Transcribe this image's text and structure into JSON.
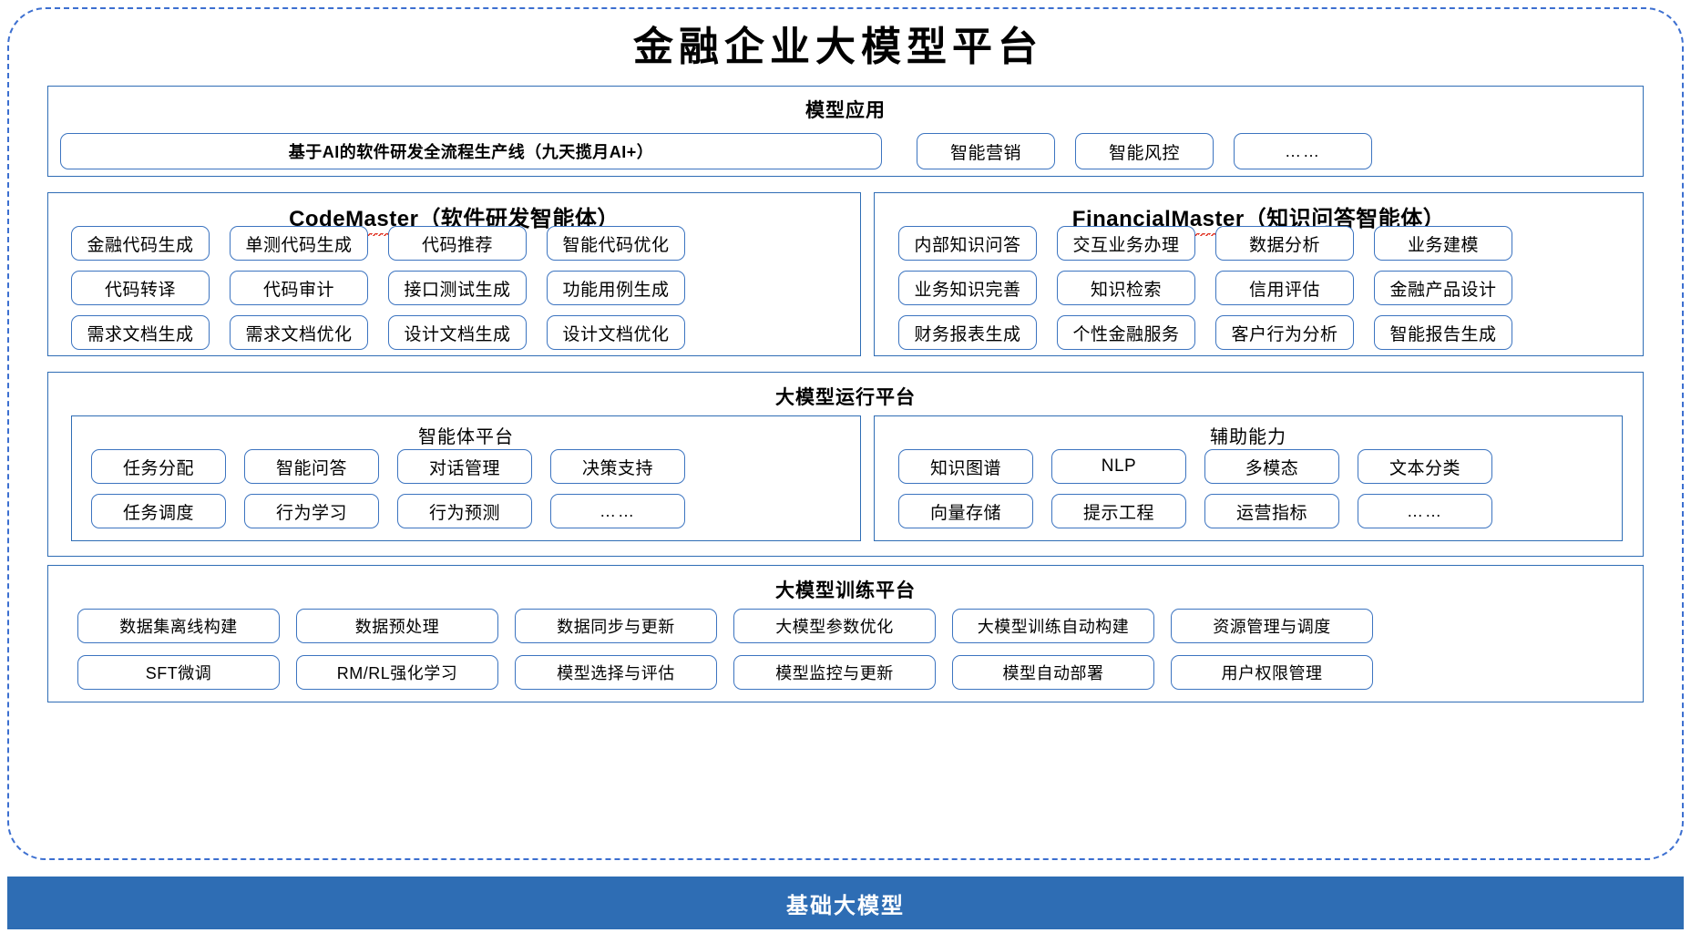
{
  "page": {
    "title": "金融企业大模型平台"
  },
  "model_application": {
    "title": "模型应用",
    "items": [
      {
        "label": "基于AI的软件研发全流程生产线（九天揽月AI+）",
        "emphasis": true
      },
      {
        "label": "智能营销",
        "emphasis": false
      },
      {
        "label": "智能风控",
        "emphasis": false
      },
      {
        "label": "……",
        "emphasis": false
      }
    ]
  },
  "agents": [
    {
      "name": "CodeMaster",
      "name_suffix": "（软件研发智能体）",
      "spellcheck_flag": true,
      "items": [
        "金融代码生成",
        "单测代码生成",
        "代码推荐",
        "智能代码优化",
        "代码转译",
        "代码审计",
        "接口测试生成",
        "功能用例生成",
        "需求文档生成",
        "需求文档优化",
        "设计文档生成",
        "设计文档优化"
      ]
    },
    {
      "name": "FinancialMaster",
      "name_suffix": "（知识问答智能体）",
      "spellcheck_flag": true,
      "items": [
        "内部知识问答",
        "交互业务办理",
        "数据分析",
        "业务建模",
        "业务知识完善",
        "知识检索",
        "信用评估",
        "金融产品设计",
        "财务报表生成",
        "个性金融服务",
        "客户行为分析",
        "智能报告生成"
      ]
    }
  ],
  "runtime_platform": {
    "title": "大模型运行平台",
    "groups": [
      {
        "title": "智能体平台",
        "items": [
          "任务分配",
          "智能问答",
          "对话管理",
          "决策支持",
          "任务调度",
          "行为学习",
          "行为预测",
          "……"
        ]
      },
      {
        "title": "辅助能力",
        "items": [
          "知识图谱",
          "NLP",
          "多模态",
          "文本分类",
          "向量存储",
          "提示工程",
          "运营指标",
          "……"
        ]
      }
    ]
  },
  "training_platform": {
    "title": "大模型训练平台",
    "items": [
      "数据集离线构建",
      "数据预处理",
      "数据同步与更新",
      "大模型参数优化",
      "大模型训练自动构建",
      "资源管理与调度",
      "SFT微调",
      "RM/RL强化学习",
      "模型选择与评估",
      "模型监控与更新",
      "模型自动部署",
      "用户权限管理"
    ]
  },
  "footer": {
    "label": "基础大模型"
  },
  "colors": {
    "accent_blue": "#2E6DB4",
    "border_blue": "#2F6DB5",
    "chip_border": "#3C74C0",
    "dashed_frame": "#3C6FD0",
    "spellcheck_red": "#E03020",
    "text": "#000000",
    "background": "#FFFFFF"
  }
}
